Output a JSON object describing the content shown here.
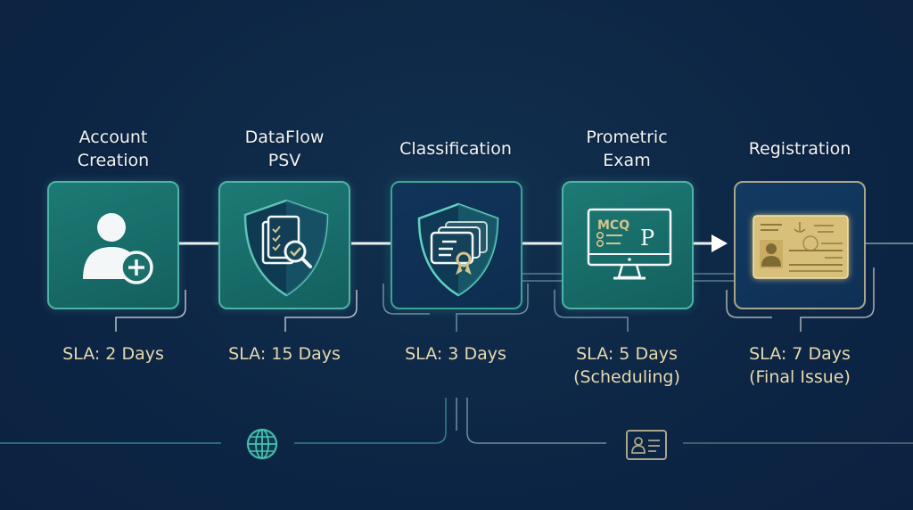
{
  "diagram": {
    "type": "process-flow",
    "stages": [
      {
        "title_line1": "Account",
        "title_line2": "Creation",
        "icon": "user-add-icon",
        "sla_line1": "SLA: 2 Days",
        "sla_line2": ""
      },
      {
        "title_line1": "DataFlow",
        "title_line2": "PSV",
        "icon": "shield-document-check-icon",
        "sla_line1": "SLA: 15 Days",
        "sla_line2": ""
      },
      {
        "title_line1": "",
        "title_line2": "Classification",
        "icon": "shield-certificate-icon",
        "sla_line1": "SLA: 3 Days",
        "sla_line2": ""
      },
      {
        "title_line1": "Prometric",
        "title_line2": "Exam",
        "icon": "monitor-mcq-icon",
        "sla_line1": "SLA: 5 Days",
        "sla_line2": "(Scheduling)"
      },
      {
        "title_line1": "",
        "title_line2": "Registration",
        "icon": "license-card-icon",
        "sla_line1": "SLA: 7 Days",
        "sla_line2": "(Final Issue)"
      }
    ],
    "monitor_text": "MCQ",
    "monitor_logo": "P",
    "footer_icons": [
      "globe-icon",
      "id-card-icon"
    ],
    "colors": {
      "background": "#0d2645",
      "teal_box": "#1a6e6a",
      "teal_border": "#4fb3a6",
      "sla_text": "#e7d9ae",
      "gold_card": "#d9c27a",
      "connector": "#e8eef0"
    }
  }
}
